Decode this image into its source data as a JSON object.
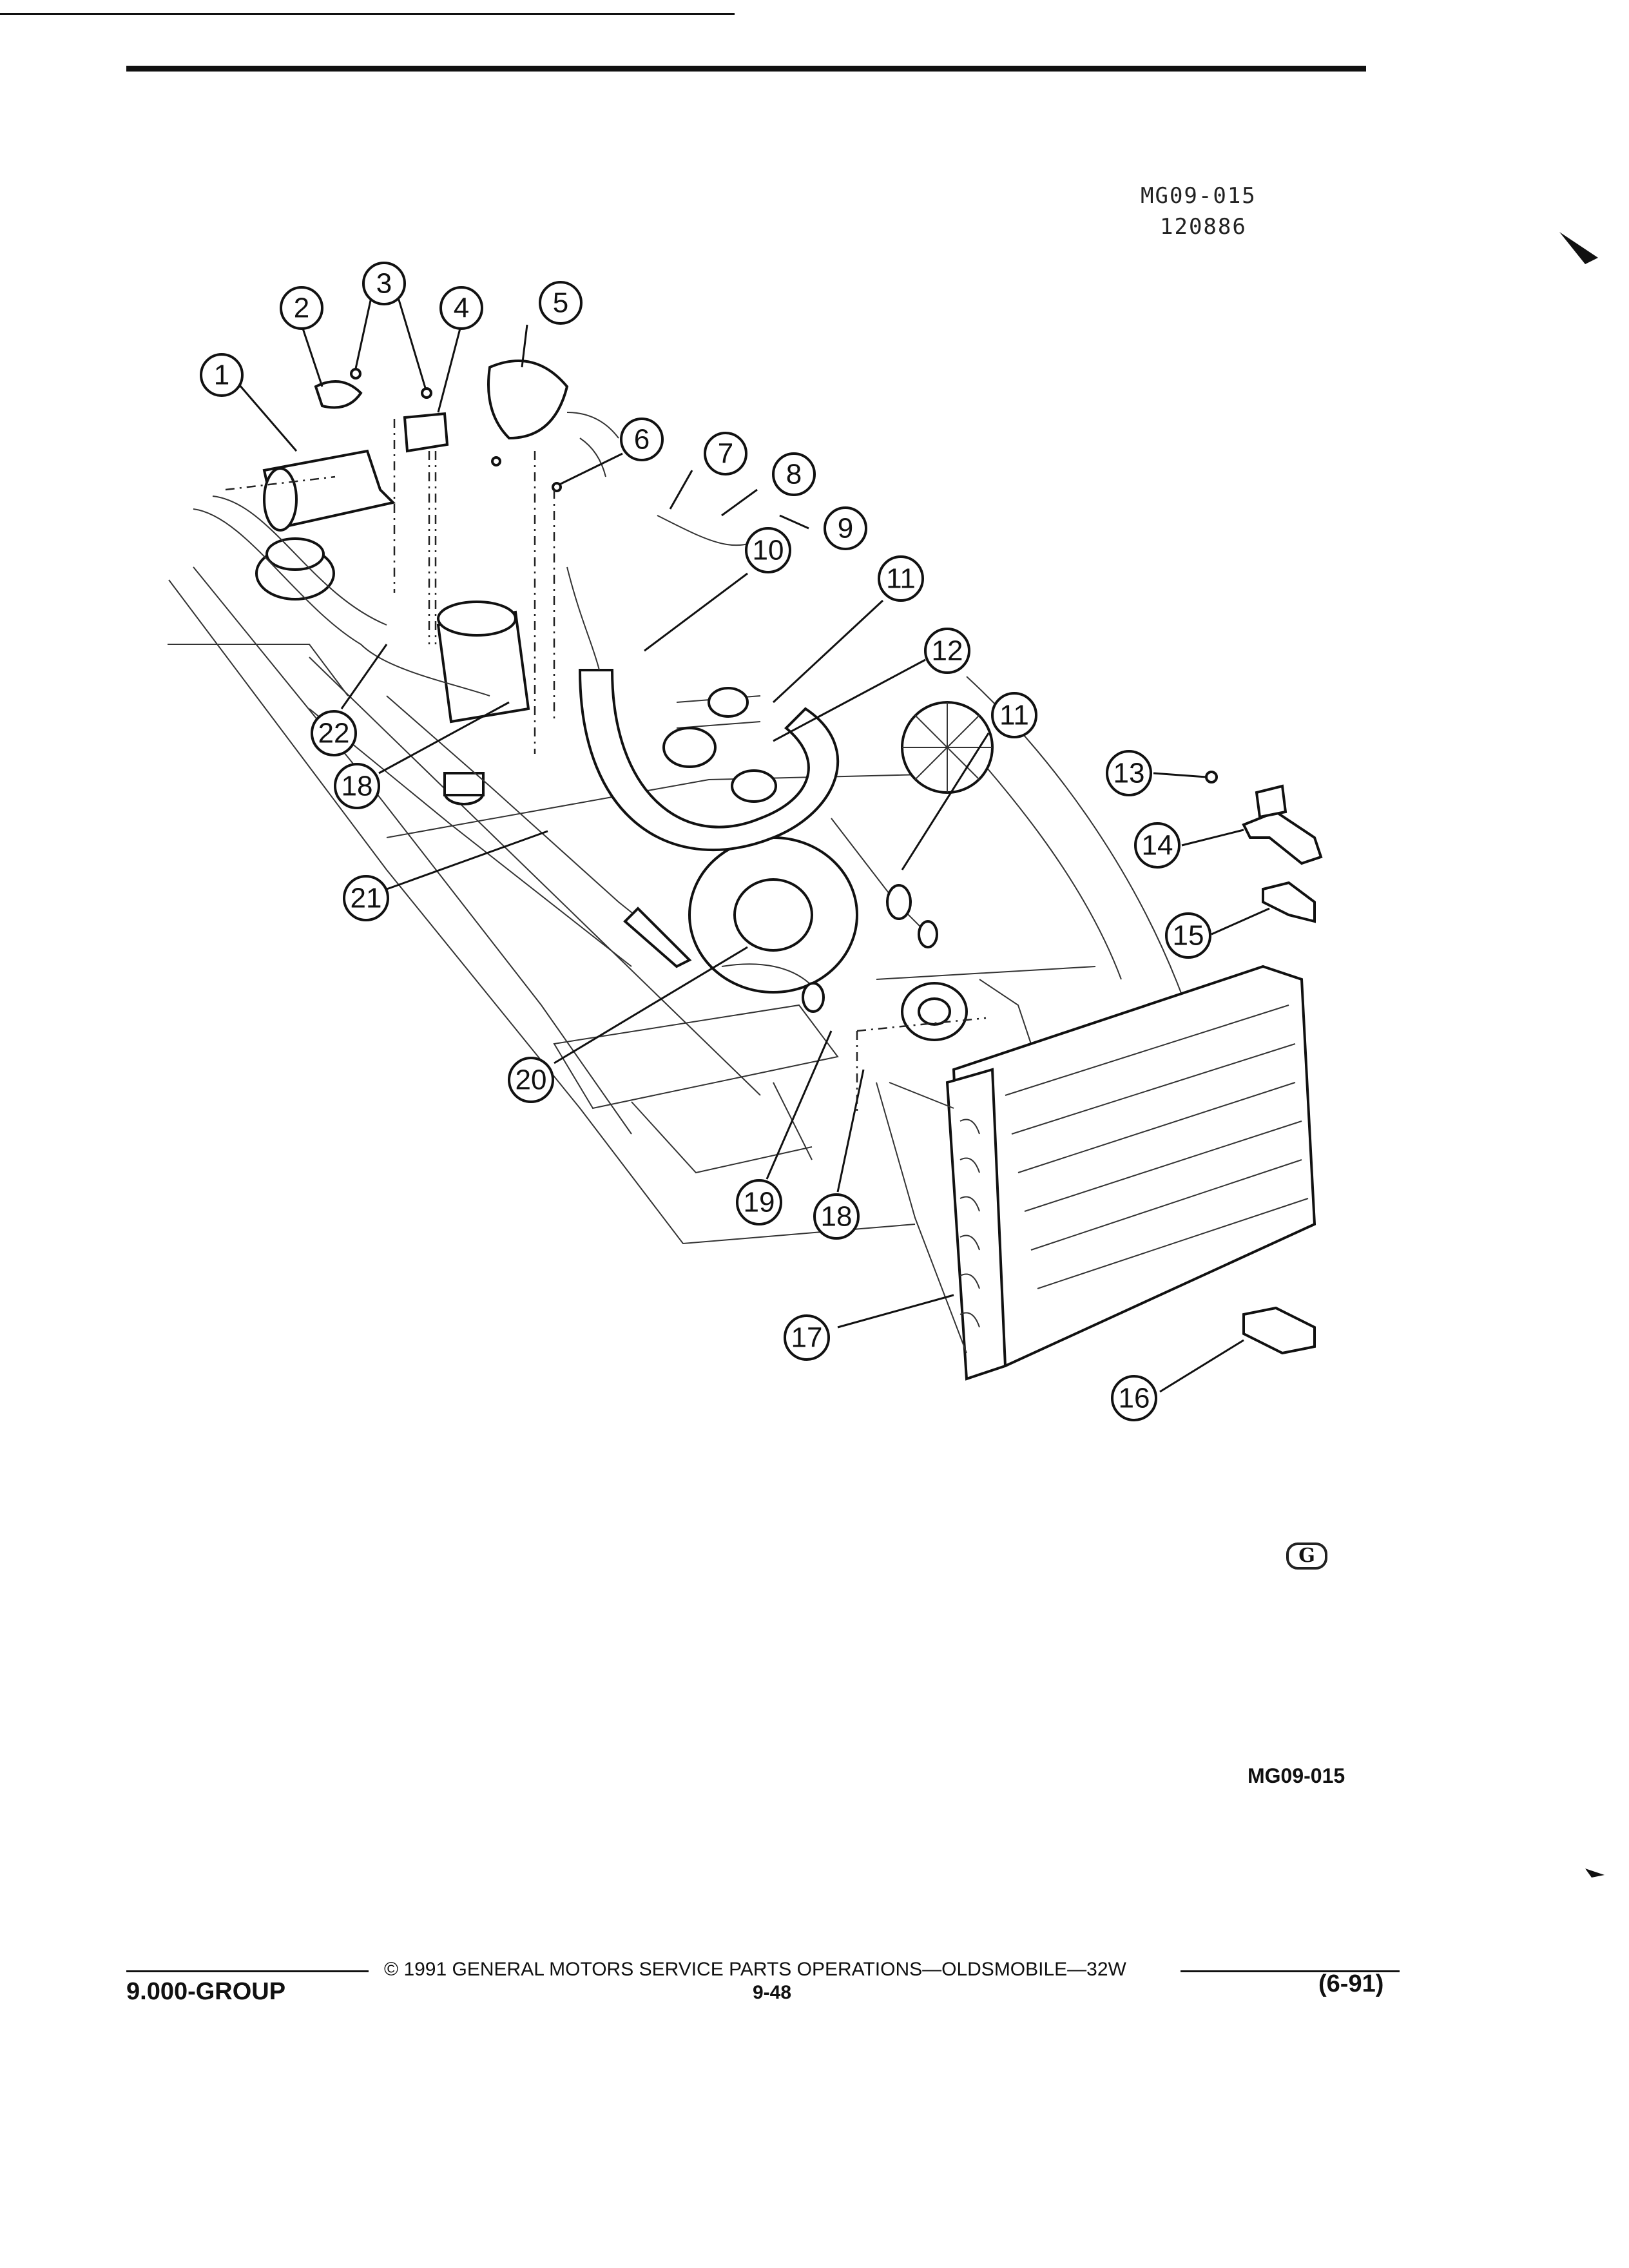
{
  "header": {
    "figure_code": "MG09-015",
    "figure_date": "120886"
  },
  "callouts": [
    {
      "n": "1"
    },
    {
      "n": "2"
    },
    {
      "n": "3"
    },
    {
      "n": "4"
    },
    {
      "n": "5"
    },
    {
      "n": "6"
    },
    {
      "n": "7"
    },
    {
      "n": "8"
    },
    {
      "n": "9"
    },
    {
      "n": "10"
    },
    {
      "n": "11"
    },
    {
      "n": "12"
    },
    {
      "n": "11"
    },
    {
      "n": "13"
    },
    {
      "n": "14"
    },
    {
      "n": "15"
    },
    {
      "n": "22"
    },
    {
      "n": "18"
    },
    {
      "n": "21"
    },
    {
      "n": "20"
    },
    {
      "n": "19"
    },
    {
      "n": "18"
    },
    {
      "n": "17"
    },
    {
      "n": "16"
    }
  ],
  "mark": "G",
  "figure_code_bottom": "MG09-015",
  "footer": {
    "copyright": "©  1991  GENERAL MOTORS SERVICE PARTS OPERATIONS—OLDSMOBILE—32W",
    "group": "9.000-GROUP",
    "page": "9-48",
    "revision": "(6-91)"
  }
}
